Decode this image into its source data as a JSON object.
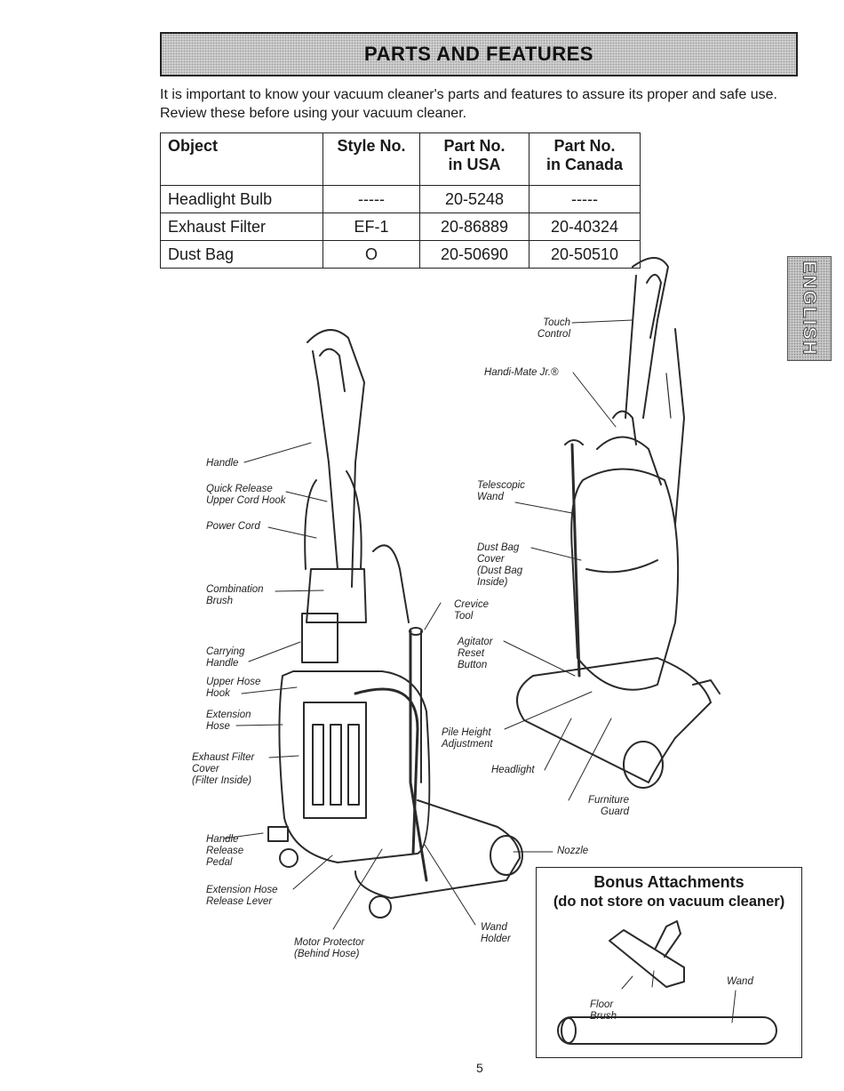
{
  "header": {
    "title": "PARTS AND FEATURES"
  },
  "intro": "It is important to know your vacuum cleaner's parts and features to assure its proper and safe use. Review these before using your vacuum cleaner.",
  "table": {
    "headers": {
      "object": "Object",
      "style": "Style No.",
      "usa_1": "Part No.",
      "usa_2": "in USA",
      "canada_1": "Part No.",
      "canada_2": "in Canada"
    },
    "rows": [
      {
        "object": "Headlight Bulb",
        "style": "-----",
        "usa": "20-5248",
        "canada": "-----"
      },
      {
        "object": "Exhaust Filter",
        "style": "EF-1",
        "usa": "20-86889",
        "canada": "20-40324"
      },
      {
        "object": "Dust Bag",
        "style": "O",
        "usa": "20-50690",
        "canada": "20-50510"
      }
    ]
  },
  "side_tab": "ENGLISH",
  "labels": {
    "touch_control": [
      "Touch",
      "Control"
    ],
    "handi_mate": "Handi-Mate Jr.®",
    "handle": "Handle",
    "quick_release": [
      "Quick Release",
      "Upper Cord Hook"
    ],
    "power_cord": "Power Cord",
    "combination_brush": [
      "Combination",
      "Brush"
    ],
    "carrying_handle": [
      "Carrying",
      "Handle"
    ],
    "upper_hose_hook": [
      "Upper Hose",
      "Hook"
    ],
    "extension_hose": [
      "Extension",
      "Hose"
    ],
    "exhaust_filter_cover": [
      "Exhaust Filter",
      "Cover",
      "(Filter Inside)"
    ],
    "handle_release_pedal": [
      "Handle",
      "Release",
      "Pedal"
    ],
    "ext_hose_release_lever": [
      "Extension Hose",
      "Release Lever"
    ],
    "motor_protector": [
      "Motor Protector",
      "(Behind Hose)"
    ],
    "telescopic_wand": [
      "Telescopic",
      "Wand"
    ],
    "dust_bag_cover": [
      "Dust Bag",
      "Cover",
      "(Dust Bag",
      "Inside)"
    ],
    "crevice_tool": [
      "Crevice",
      "Tool"
    ],
    "agitator_reset": [
      "Agitator",
      "Reset",
      "Button"
    ],
    "pile_height": [
      "Pile Height",
      "Adjustment"
    ],
    "headlight": "Headlight",
    "furniture_guard": [
      "Furniture",
      "Guard"
    ],
    "nozzle": "Nozzle",
    "wand_holder": [
      "Wand",
      "Holder"
    ]
  },
  "bonus": {
    "title": "Bonus Attachments",
    "subtitle": "(do not store on vacuum cleaner)",
    "floor_brush": [
      "Floor",
      "Brush"
    ],
    "wand": "Wand"
  },
  "page_number": "5"
}
